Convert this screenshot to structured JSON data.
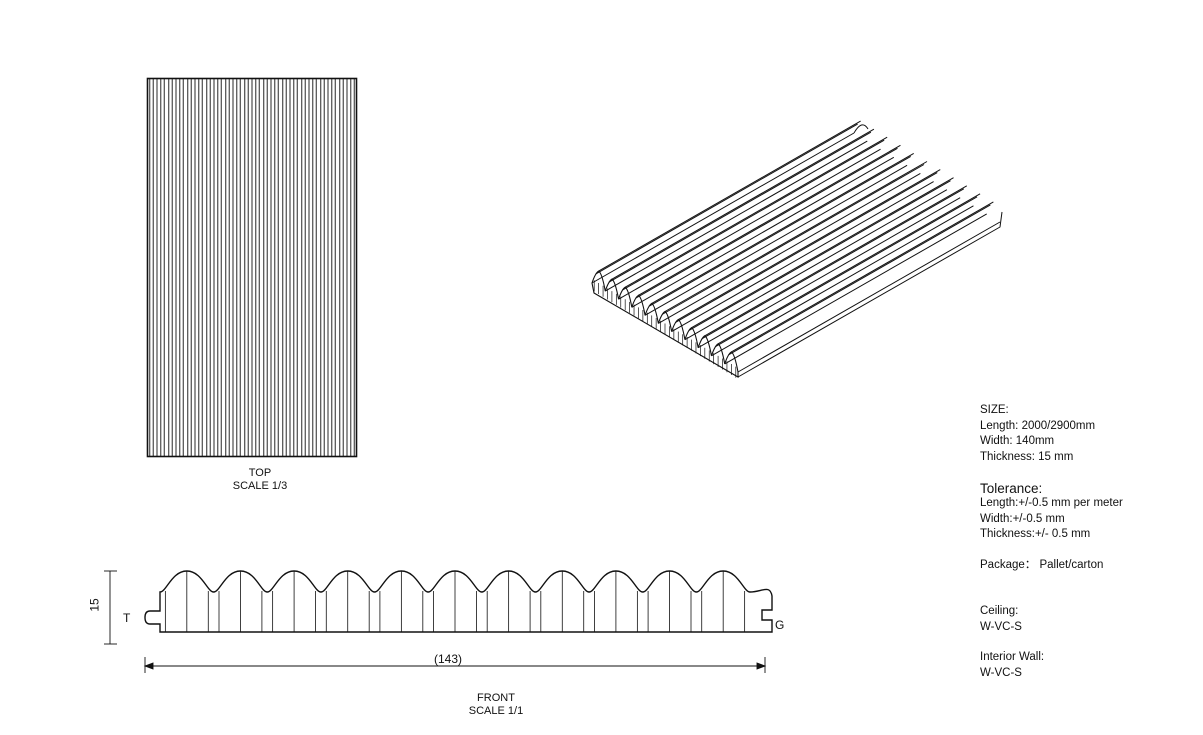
{
  "top_view": {
    "title": "TOP",
    "scale": "SCALE 1/3"
  },
  "front_view": {
    "title": "FRONT",
    "scale": "SCALE 1/1",
    "width_dim": "(143)",
    "height_dim": "15",
    "tongue_label": "T",
    "groove_label": "G"
  },
  "specs": {
    "size_heading": "SIZE:",
    "length": "Length: 2000/2900mm",
    "width": "Width:  140mm",
    "thickness": "Thickness: 15 mm",
    "tolerance_heading": "Tolerance:",
    "tol_length": "Length:+/-0.5 mm per meter",
    "tol_width": "Width:+/-0.5 mm",
    "tol_thickness": "Thickness:+/- 0.5 mm",
    "package": "Package： Pallet/carton",
    "ceiling_heading": "Ceiling:",
    "ceiling_code": "W-VC-S",
    "wall_heading": "Interior   Wall:",
    "wall_code": "W-VC-S"
  },
  "colors": {
    "line": "#111111",
    "background": "#ffffff"
  }
}
